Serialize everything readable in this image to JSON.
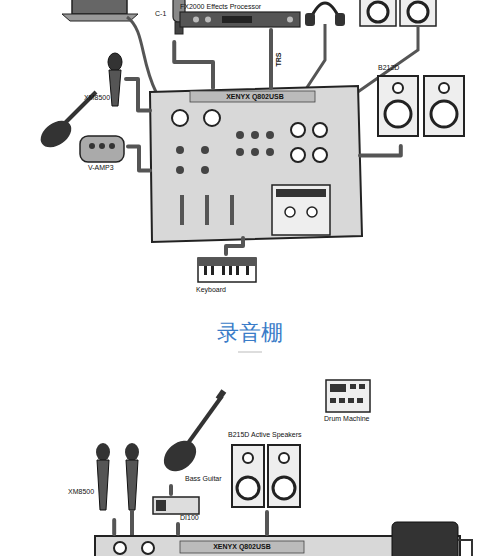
{
  "diagram": {
    "title": "录音棚",
    "nodes": [
      {
        "text": [
          "FX2000 Effects Processor"
        ]
      },
      {
        "text": [
          "C-1"
        ]
      },
      {
        "text": [
          "XM8500"
        ]
      },
      {
        "text": [
          "XENYX Q802USB"
        ]
      },
      {
        "text": [
          "B212D"
        ]
      },
      {
        "text": [
          "V-AMP3"
        ]
      },
      {
        "text": [
          "Keyboard"
        ]
      },
      {
        "text": [
          "Drum Machine"
        ]
      },
      {
        "text": [
          "Bass Guitar"
        ]
      },
      {
        "text": [
          "B215D Active Speakers"
        ]
      },
      {
        "text": [
          "XM8500"
        ]
      },
      {
        "text": [
          "DI100"
        ]
      },
      {
        "text": [
          "XENYX Q802USB"
        ]
      }
    ],
    "edges": [
      {
        "from": 1,
        "to": 3,
        "arrow": "none"
      },
      {
        "from": 2,
        "to": 3,
        "arrow": "none"
      },
      {
        "from": 5,
        "to": 3,
        "arrow": "none"
      },
      {
        "from": 0,
        "to": 3,
        "label": "TRS",
        "arrow": "none"
      },
      {
        "from": 3,
        "to": 4,
        "arrow": "none"
      },
      {
        "from": 6,
        "to": 3,
        "arrow": "none"
      },
      {
        "from": 10,
        "to": 12,
        "arrow": "none"
      },
      {
        "from": 8,
        "to": 11,
        "arrow": "none"
      },
      {
        "from": 11,
        "to": 12,
        "arrow": "none"
      },
      {
        "from": 9,
        "to": 12,
        "arrow": "none"
      }
    ]
  }
}
